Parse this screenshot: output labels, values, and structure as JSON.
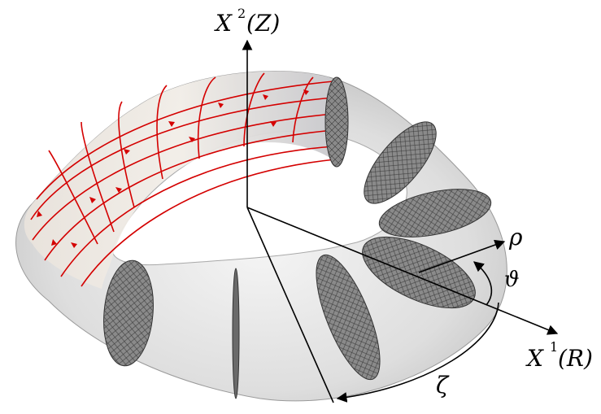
{
  "labels": {
    "axis_z_main": "X",
    "axis_z_sup": "2",
    "axis_z_paren": "(Z)",
    "axis_r_main": "X",
    "axis_r_sup": "1",
    "axis_r_paren": "(R)",
    "rho": "ρ",
    "theta": "ϑ",
    "zeta": "ζ"
  },
  "colors": {
    "field_lines": "#d40000",
    "torus_fill": "#e6e6e6",
    "torus_shadow": "#b9b9b9",
    "cross_section": "#7a7a7a",
    "axes": "#000000"
  }
}
